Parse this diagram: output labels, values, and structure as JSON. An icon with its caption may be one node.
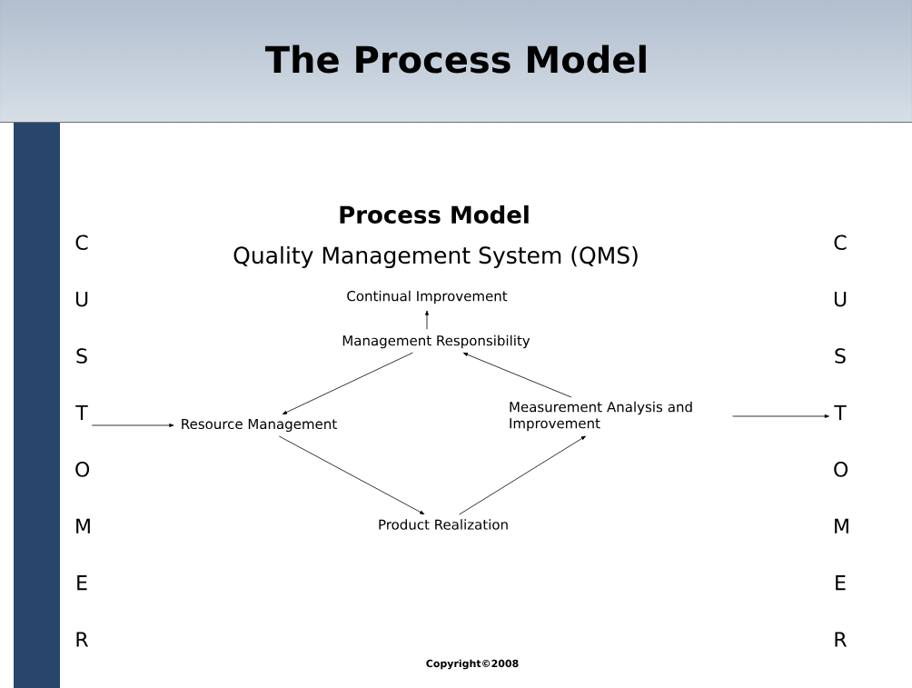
{
  "diagram": {
    "title": "The Process Model",
    "nodes": [
      {
        "text": [
          "C U S T O M E R"
        ]
      },
      {
        "text": [
          "Continual Improvement"
        ]
      },
      {
        "text": [
          "Management Responsibility"
        ]
      },
      {
        "text": [
          "Resource Management"
        ]
      },
      {
        "text": [
          "Measurement Analysis and Improvement"
        ]
      },
      {
        "text": [
          "Product Realization"
        ]
      },
      {
        "text": [
          "C U S T O M E R"
        ]
      }
    ],
    "edges": [
      {
        "from": 0,
        "to": 3,
        "arrow": "to"
      },
      {
        "from": 2,
        "to": 1,
        "arrow": "to"
      },
      {
        "from": 2,
        "to": 3,
        "arrow": "to"
      },
      {
        "from": 3,
        "to": 5,
        "arrow": "to"
      },
      {
        "from": 5,
        "to": 4,
        "arrow": "to"
      },
      {
        "from": 4,
        "to": 2,
        "arrow": "to"
      },
      {
        "from": 4,
        "to": 6,
        "arrow": "to"
      }
    ],
    "labels": [
      "Process Model",
      "Quality Management System (QMS)",
      "Copyright©2008"
    ]
  }
}
